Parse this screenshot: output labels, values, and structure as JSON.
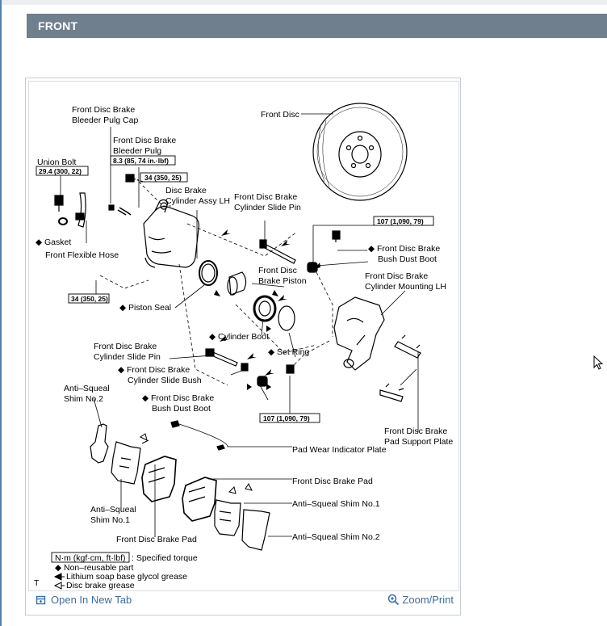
{
  "section": {
    "title": "FRONT"
  },
  "diagram": {
    "labels": {
      "bleeder_cap": [
        "Front Disc Brake",
        "Bleeder Pulg Cap"
      ],
      "bleeder_plug": [
        "Front Disc Brake",
        "Bleeder Pulg"
      ],
      "union_bolt": "Union Bolt",
      "front_disc": "Front Disc",
      "cyl_assy": [
        "Disc Brake",
        "Cylinder Assy LH"
      ],
      "slide_pin_top": [
        "Front Disc Brake",
        "Cylinder Slide Pin"
      ],
      "gasket": "◆ Gasket",
      "flex_hose": "Front Flexible Hose",
      "bush_dust_boot_top": [
        "◆ Front Disc Brake",
        "Bush Dust Boot"
      ],
      "piston": [
        "Front Disc",
        "Brake Piston"
      ],
      "mounting": [
        "Front Disc Brake",
        "Cylinder Mounting LH"
      ],
      "piston_seal": "◆ Piston Seal",
      "cyl_boot": "◆ Cylinder Boot",
      "slide_pin_bottom": [
        "Front Disc Brake",
        "Cylinder Slide Pin"
      ],
      "set_ring": "◆ Set Ring",
      "slide_bush": [
        "◆ Front Disc Brake",
        "Cylinder Slide Bush"
      ],
      "bush_dust_boot_bottom": [
        "◆ Front Disc Brake",
        "Bush Dust Boot"
      ],
      "shim2_left": [
        "Anti–Squeal",
        "Shim No.2"
      ],
      "support_plate": [
        "Front Disc Brake",
        "Pad Support Plate"
      ],
      "wear_plate": "Pad Wear Indicator Plate",
      "pad_right": "Front Disc Brake Pad",
      "shim1_right": "Anti–Squeal Shim No.1",
      "shim1_left": [
        "Anti–Squeal",
        "Shim No.1"
      ],
      "shim2_right": "Anti–Squeal Shim No.2",
      "pad_bottom": "Front Disc Brake Pad"
    },
    "torques": {
      "union_bolt": "29.4 (300, 22)",
      "bleeder_plug": "8.3 (85, 74 in.·lbf)",
      "bolt_upper": "34 (350, 25)",
      "bolt_left": "34 (350, 25)",
      "mount_top": "107 (1,090, 79)",
      "mount_bottom": "107 (1,090, 79)"
    },
    "legend": {
      "unit_box": "N·m (kgf·cm, ft·lbf)",
      "specified_torque": ": Specified torque",
      "non_reusable": "◆ Non–reusable part",
      "lithium": "Lithium soap base glycol grease",
      "disc_grease": "Disc brake grease",
      "t_mark": "T"
    }
  },
  "footer": {
    "open_tab": "Open In New Tab",
    "zoom_print": "Zoom/Print",
    "link_color": "#3a6ea5"
  },
  "colors": {
    "section_bar": "#6f7f8e",
    "card_border": "#c7ccd1"
  }
}
